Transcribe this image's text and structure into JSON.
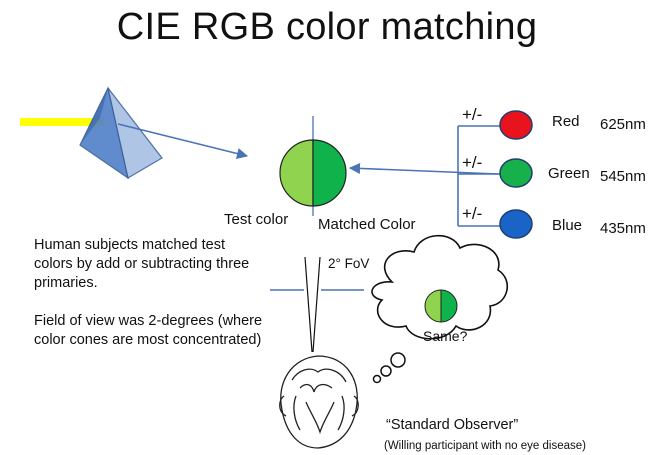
{
  "title": "CIE RGB color matching",
  "primaries": [
    {
      "sign": "+/-",
      "name": "Red",
      "wavelength": "625nm",
      "color": "#e8131c"
    },
    {
      "sign": "+/-",
      "name": "Green",
      "wavelength": "545nm",
      "color": "#18b04a"
    },
    {
      "sign": "+/-",
      "name": "Blue",
      "wavelength": "435nm",
      "color": "#1a64c8"
    }
  ],
  "split_circle": {
    "test_label": "Test color",
    "matched_label": "Matched Color",
    "test_fill": "#8fd34e",
    "matched_fill": "#10b24b"
  },
  "fov_label": "2° FoV",
  "thought_bubble_text": "Same?",
  "description": [
    "Human subjects matched test colors by add or subtracting three primaries.",
    "Field of view was 2-degrees (where color cones are most concentrated)"
  ],
  "observer_label": "“Standard Observer”",
  "observer_note": "(Willing participant with no eye disease)",
  "beam_color": "#ffff00"
}
